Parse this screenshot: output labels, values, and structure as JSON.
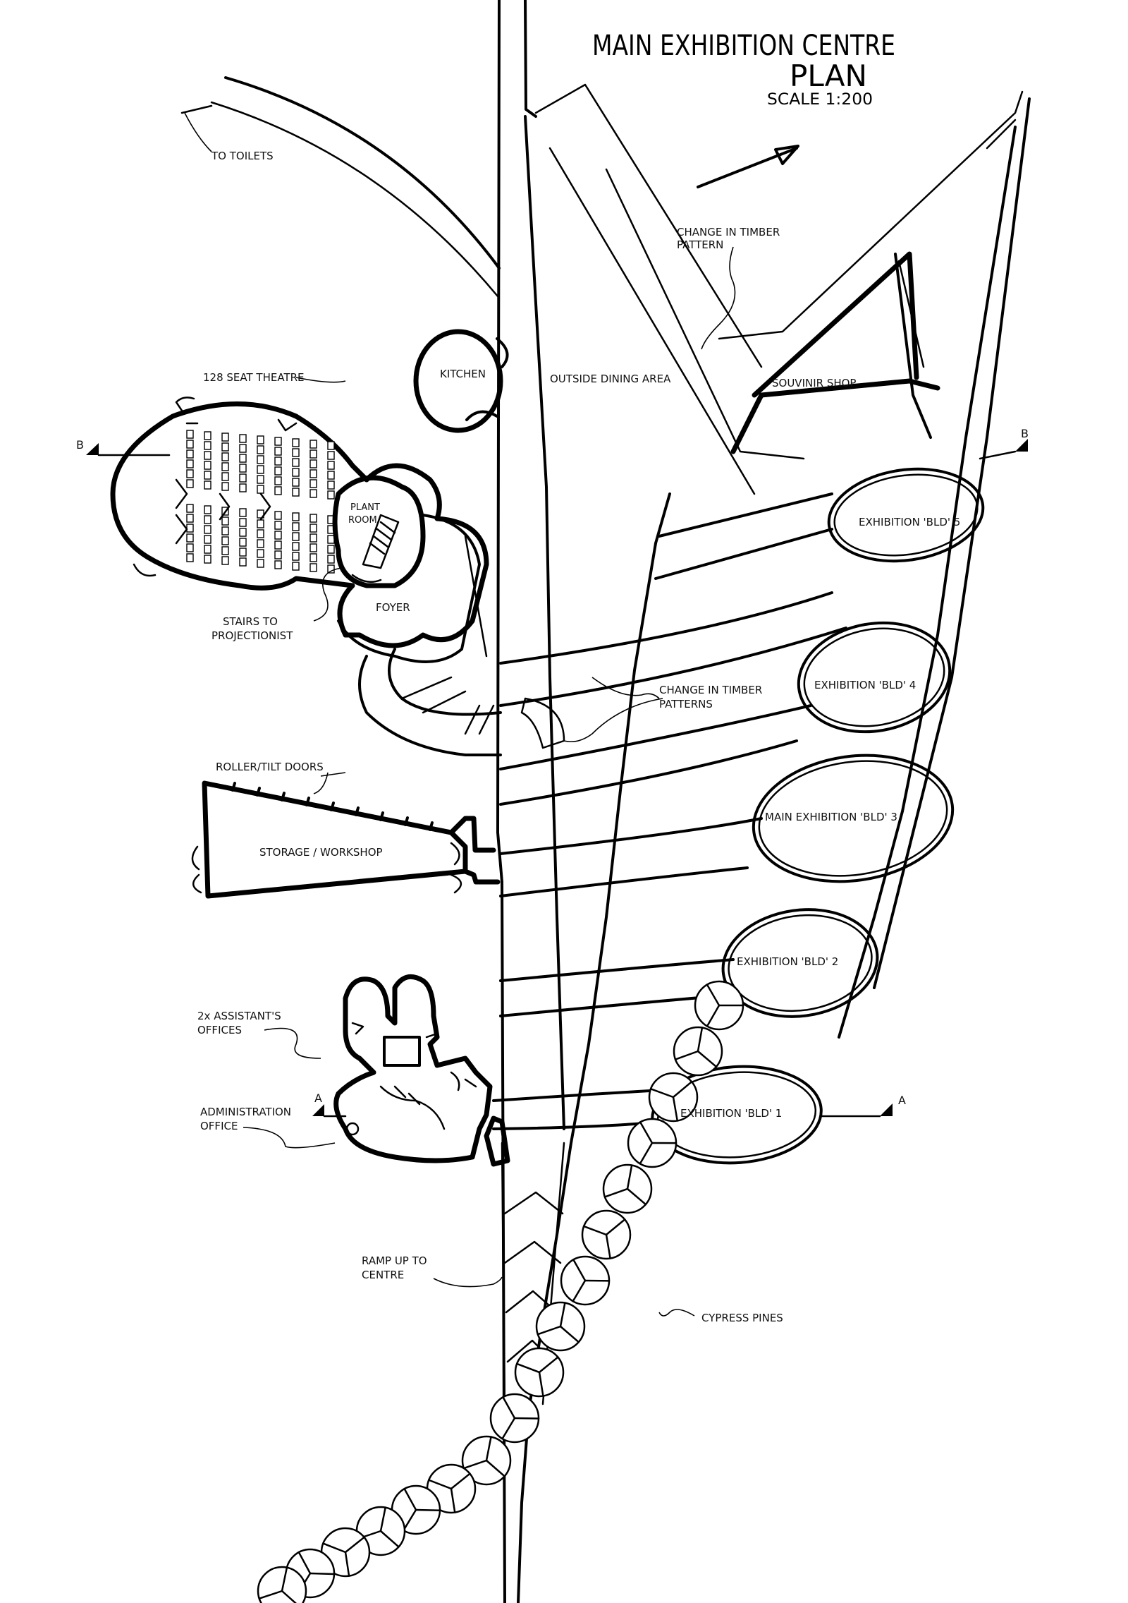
{
  "title": {
    "line1": "MAIN EXHIBITION CENTRE",
    "line2": "PLAN",
    "scale": "SCALE 1:200"
  },
  "section_markers": {
    "b_left": "B",
    "b_right": "B",
    "a_left": "A",
    "a_right": "A"
  },
  "labels": {
    "to_toilets": "TO TOILETS",
    "change_timber_top_1": "CHANGE IN TIMBER",
    "change_timber_top_2": "PATTERN",
    "kitchen": "KITCHEN",
    "outside_dining": "OUTSIDE DINING AREA",
    "souvenir_shop": "SOUVINIR SHOP",
    "theatre": "128 SEAT THEATRE",
    "plant_room_1": "PLANT",
    "plant_room_2": "ROOM",
    "foyer": "FOYER",
    "stairs_1": "STAIRS TO",
    "stairs_2": "PROJECTIONIST",
    "change_timber_mid_1": "CHANGE IN TIMBER",
    "change_timber_mid_2": "PATTERNS",
    "exhibit_5": "EXHIBITION 'BLD' 5",
    "exhibit_4": "EXHIBITION 'BLD' 4",
    "exhibit_3": "MAIN EXHIBITION 'BLD' 3",
    "exhibit_2": "EXHIBITION 'BLD' 2",
    "exhibit_1": "EXHIBITION 'BLD' 1",
    "roller_doors": "ROLLER/TILT DOORS",
    "storage": "STORAGE / WORKSHOP",
    "assistants_1": "2x ASSISTANT'S",
    "assistants_2": "OFFICES",
    "admin_1": "ADMINISTRATION",
    "admin_2": "OFFICE",
    "ramp_1": "RAMP UP TO",
    "ramp_2": "CENTRE",
    "cypress": "CYPRESS PINES"
  },
  "colors": {
    "ink": "#000000",
    "paper": "#ffffff"
  }
}
